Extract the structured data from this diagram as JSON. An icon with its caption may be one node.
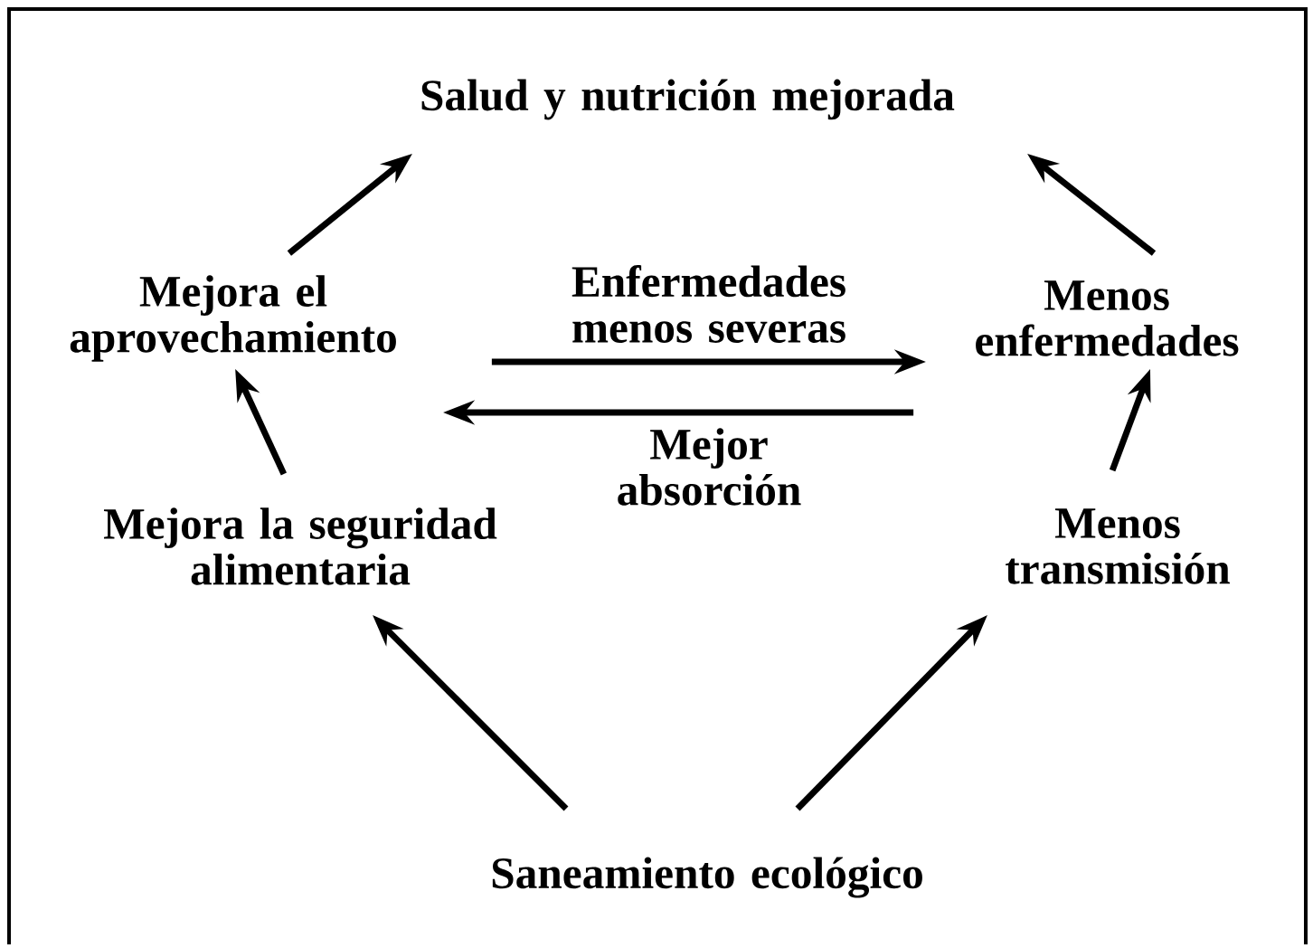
{
  "diagram": {
    "nodes": [
      {
        "text": [
          "Salud y nutrición mejorada"
        ]
      },
      {
        "text": [
          "Mejora el aprovechamiento"
        ]
      },
      {
        "text": [
          "Menos enfermedades"
        ]
      },
      {
        "text": [
          "Mejora la seguridad alimentaria"
        ]
      },
      {
        "text": [
          "Menos transmisión"
        ]
      },
      {
        "text": [
          "Saneamiento ecológico"
        ]
      }
    ],
    "edges": [
      {
        "from": 1,
        "to": 0,
        "arrow": "to"
      },
      {
        "from": 2,
        "to": 0,
        "arrow": "to"
      },
      {
        "from": 1,
        "to": 2,
        "arrow": "to",
        "label": "Enfermedades menos severas"
      },
      {
        "from": 2,
        "to": 1,
        "arrow": "to",
        "label": "Mejor absorción"
      },
      {
        "from": 3,
        "to": 1,
        "arrow": "to"
      },
      {
        "from": 4,
        "to": 2,
        "arrow": "to"
      },
      {
        "from": 5,
        "to": 3,
        "arrow": "to"
      },
      {
        "from": 5,
        "to": 4,
        "arrow": "to"
      }
    ]
  }
}
